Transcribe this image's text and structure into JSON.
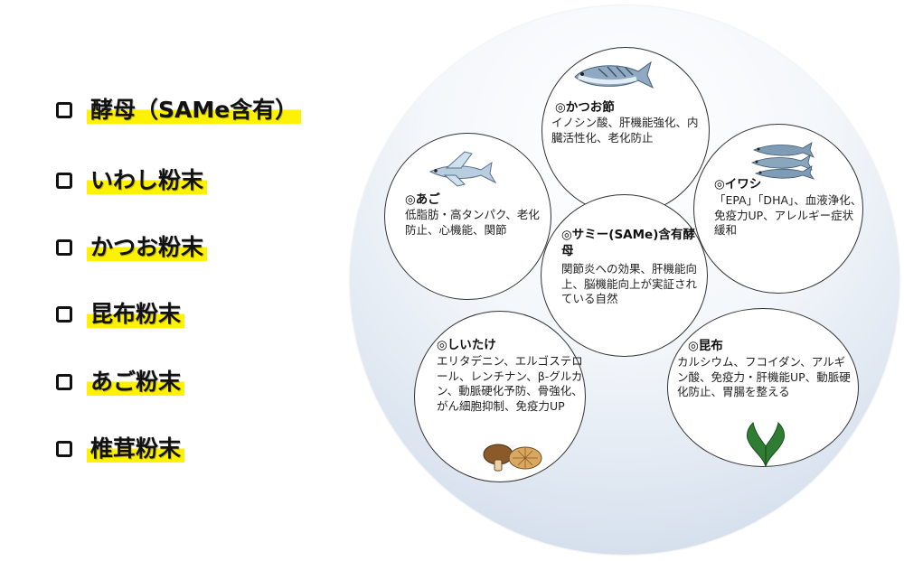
{
  "checklist": [
    {
      "label": "酵母（SAMe含有）"
    },
    {
      "label": "いわし粉末"
    },
    {
      "label": "かつお粉末"
    },
    {
      "label": "昆布粉末"
    },
    {
      "label": "あご粉末"
    },
    {
      "label": "椎茸粉末"
    }
  ],
  "nodes": {
    "katsuobushi": {
      "title": "◎かつお節",
      "text": "イノシン酸、肝機能強化、内臓活性化、老化防止"
    },
    "ago": {
      "title": "◎あご",
      "text": "低脂肪・高タンパク、老化防止、心機能、関節"
    },
    "iwashi": {
      "title": "◎イワシ",
      "text": "「EPA」「DHA」、血液浄化、免疫力UP、アレルギー症状緩和"
    },
    "same": {
      "title": "◎サミー(SAMe)含有酵母",
      "text": "関節炎への効果、肝機能向上、脳機能向上が実証されている自然"
    },
    "shiitake": {
      "title": "◎しいたけ",
      "text": "エリタデニン、エルゴステロール、レンチナン、β-グルカン、動脈硬化予防、骨強化、がん細胞抑制、免疫力UP"
    },
    "konbu": {
      "title": "◎昆布",
      "text": "カルシウム、フコイダン、アルギン酸、免疫力・肝機能UP、動脈硬化防止、胃腸を整える"
    }
  },
  "colors": {
    "highlight": "#fff200",
    "fish": "#7f9fb8",
    "kelp": "#2e7d32",
    "mushroom": "#a0763d"
  }
}
